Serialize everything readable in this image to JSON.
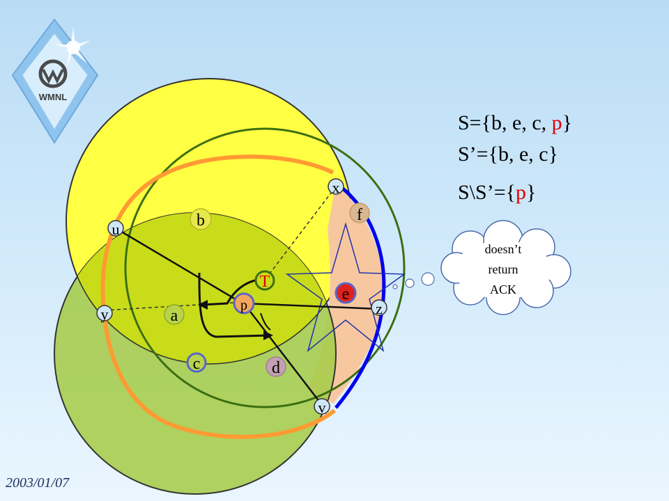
{
  "logo": {
    "text": "WMNL"
  },
  "sets": {
    "s": {
      "prefix": "S={b, e, c, ",
      "highlight": "p",
      "suffix": "}"
    },
    "s_prime": {
      "text": "S’={b, e, c}"
    },
    "difference": {
      "prefix": "S\\S’={",
      "highlight": "p",
      "suffix": "}"
    }
  },
  "cloud": {
    "line1": "doesn’t",
    "line2": "return",
    "line3": "ACK"
  },
  "nodes": {
    "x": "x",
    "f": "f",
    "b": "b",
    "u": "u",
    "T": "T",
    "e": "e",
    "p": "p",
    "z": "z",
    "y": "y",
    "a": "a",
    "c": "c",
    "d": "d",
    "v": "v"
  },
  "footer": {
    "date": "2003/01/07"
  },
  "colors": {
    "yellow_disk": "#ffff44",
    "green_disk": "#a6cc4a",
    "dark_green_circle": "#3b6e10",
    "orange_ring": "#ff9a33",
    "blue_arc": "#0000ee",
    "peach_region": "#f7c8a0",
    "highlight_red": "#e00000"
  }
}
